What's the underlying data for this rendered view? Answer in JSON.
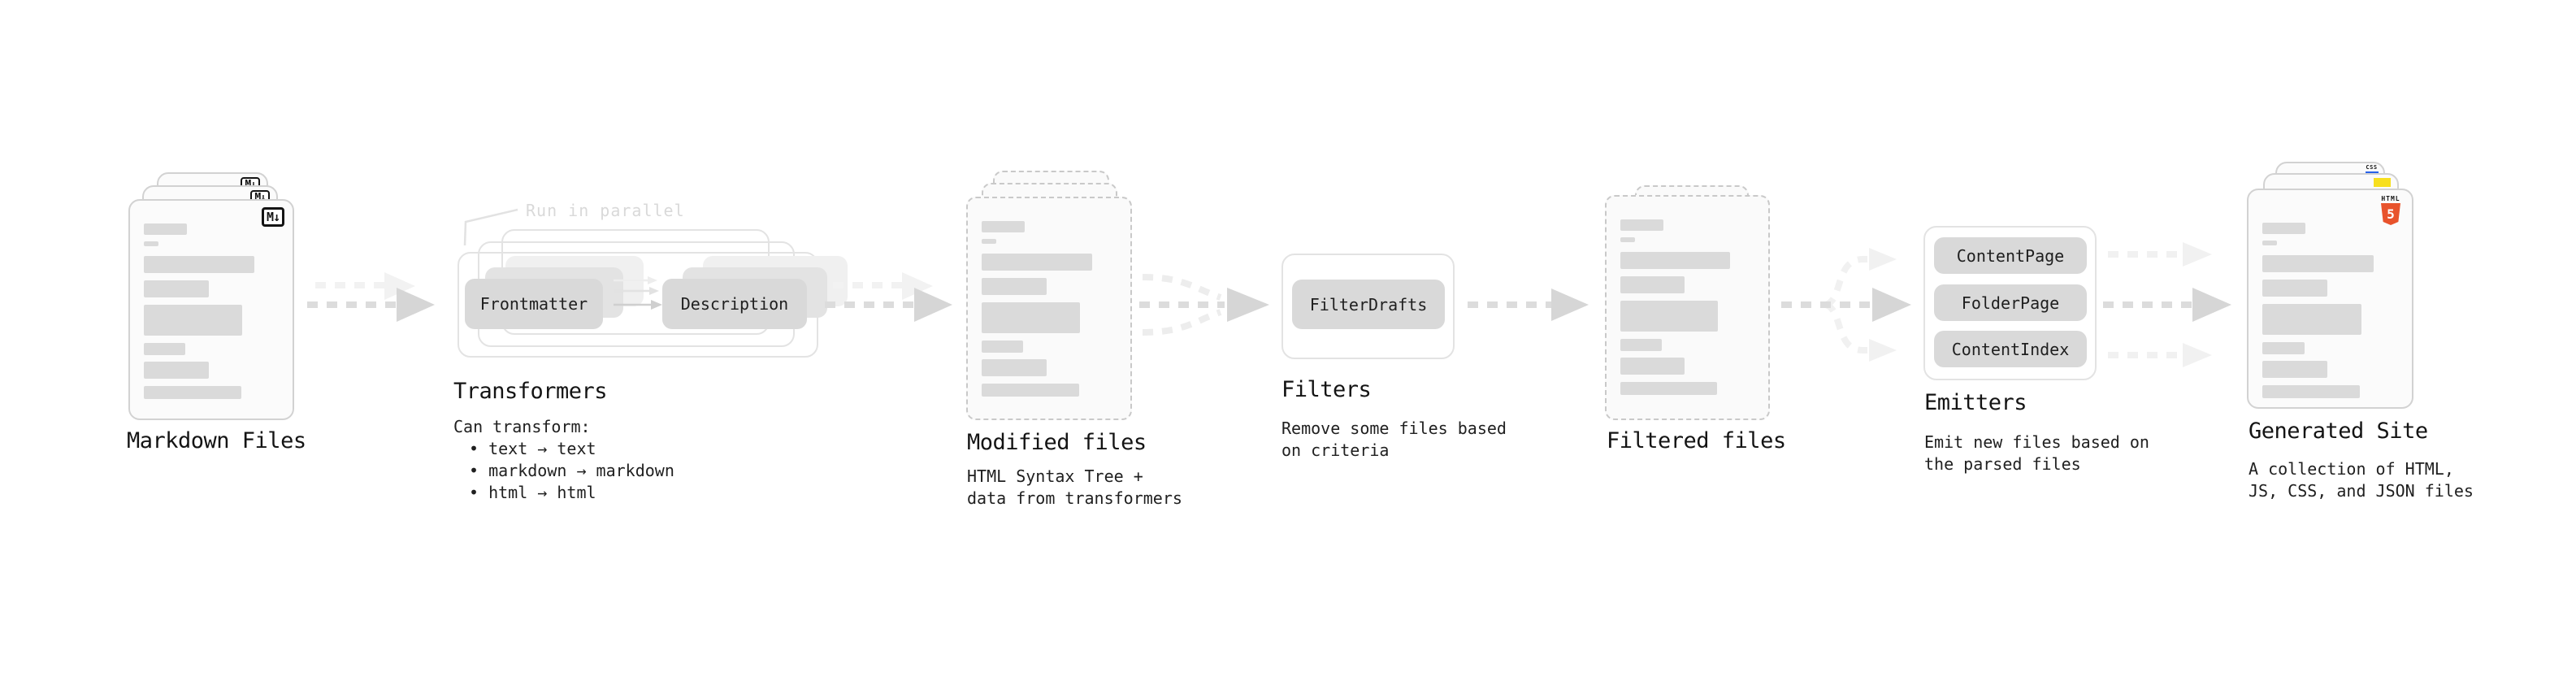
{
  "nodes": {
    "markdown_files": {
      "label": "Markdown Files",
      "icon_text": "M↓"
    },
    "transformers": {
      "annotation": "Run in parallel",
      "steps": [
        "Frontmatter",
        "Description"
      ],
      "label": "Transformers",
      "description_heading": "Can transform:",
      "bullets": [
        "• text → text",
        "• markdown → markdown",
        "• html → html"
      ]
    },
    "modified_files": {
      "label": "Modified files",
      "description_lines": [
        "HTML Syntax Tree +",
        "data from transformers"
      ]
    },
    "filters": {
      "boxes": [
        "FilterDrafts"
      ],
      "label": "Filters",
      "description_lines": [
        "Remove some files based",
        "on criteria"
      ]
    },
    "filtered_files": {
      "label": "Filtered files"
    },
    "emitters": {
      "boxes": [
        "ContentPage",
        "FolderPage",
        "ContentIndex"
      ],
      "label": "Emitters",
      "description_lines": [
        "Emit new files based on",
        "the parsed files"
      ]
    },
    "generated_site": {
      "label": "Generated Site",
      "description_lines": [
        "A collection of HTML,",
        "JS, CSS, and JSON files"
      ],
      "html5_badge": {
        "word": "HTML",
        "number": "5"
      },
      "css_badge_word": "CSS"
    }
  },
  "colors": {
    "background": "#ffffff",
    "text": "#1c1c1c",
    "placeholder_bar": "#dadada",
    "node_box_fill": "#d9d9d9",
    "card_fill": "#fbfbfb",
    "card_border": "#d2d2d2",
    "dashed_border": "#c9c9c9",
    "frame_border": "#e3e3e3",
    "arrow_main": "#dcdcdc",
    "arrow_head": "#d6d6d6",
    "arrow_ghost": "#f1f1f1",
    "annotation_gray": "#d9d9d9",
    "html5_orange": "#e8532c",
    "js_yellow": "#f7df1e",
    "css_blue": "#2862e9"
  }
}
